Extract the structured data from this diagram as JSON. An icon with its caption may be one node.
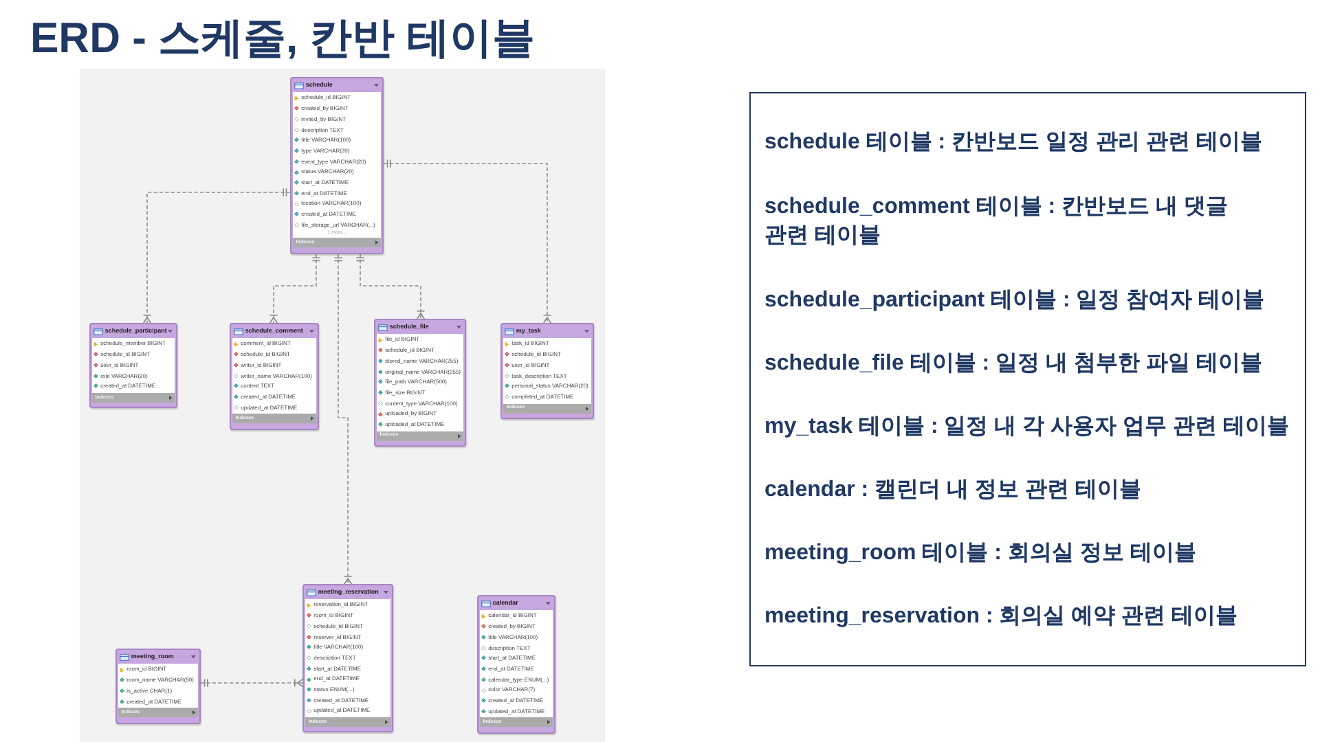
{
  "diagram": {
    "title": "ERD - 스케줄, 칸반 테이블",
    "nodes": [
      {
        "text": [
          "schedule",
          "schedule_id BIGINT",
          "created_by BIGINT",
          "invited_by BIGINT",
          "description TEXT",
          "title VARCHAR(100)",
          "type VARCHAR(20)",
          "event_type VARCHAR(20)",
          "status VARCHAR(20)",
          "start_at DATETIME",
          "end_at DATETIME",
          "location VARCHAR(100)",
          "created_at DATETIME",
          "file_storage_url VARCHAR(...)",
          "1 more...",
          "Indexes"
        ]
      },
      {
        "text": [
          "schedule_participant",
          "schedule_member BIGINT",
          "schedule_id BIGINT",
          "user_id BIGINT",
          "role VARCHAR(20)",
          "created_at DATETIME",
          "Indexes"
        ]
      },
      {
        "text": [
          "schedule_comment",
          "comment_id BIGINT",
          "schedule_id BIGINT",
          "writer_id BIGINT",
          "writer_name VARCHAR(100)",
          "content TEXT",
          "created_at DATETIME",
          "updated_at DATETIME",
          "Indexes"
        ]
      },
      {
        "text": [
          "schedule_file",
          "file_id BIGINT",
          "schedule_id BIGINT",
          "stored_name VARCHAR(255)",
          "original_name VARCHAR(255)",
          "file_path VARCHAR(500)",
          "file_size BIGINT",
          "content_type VARCHAR(100)",
          "uploaded_by BIGINT",
          "uploaded_at DATETIME",
          "Indexes"
        ]
      },
      {
        "text": [
          "my_task",
          "task_id BIGINT",
          "schedule_id BIGINT",
          "user_id BIGINT",
          "task_description TEXT",
          "personal_status VARCHAR(20)",
          "completed_at DATETIME",
          "Indexes"
        ]
      },
      {
        "text": [
          "meeting_room",
          "room_id BIGINT",
          "room_name VARCHAR(50)",
          "is_active CHAR(1)",
          "created_at DATETIME",
          "Indexes"
        ]
      },
      {
        "text": [
          "meeting_reservation",
          "reservation_id BIGINT",
          "room_id BIGINT",
          "schedule_id BIGINT",
          "reserver_id BIGINT",
          "title VARCHAR(100)",
          "description TEXT",
          "start_at DATETIME",
          "end_at DATETIME",
          "status ENUM(...)",
          "created_at DATETIME",
          "updated_at DATETIME",
          "Indexes"
        ]
      },
      {
        "text": [
          "calendar",
          "calendar_id BIGINT",
          "created_by BIGINT",
          "title VARCHAR(100)",
          "description TEXT",
          "start_at DATETIME",
          "end_at DATETIME",
          "calendar_type ENUM(...)",
          "color VARCHAR(7)",
          "created_at DATETIME",
          "updated_at DATETIME",
          "Indexes"
        ]
      },
      {
        "text": [
          "schedule 테이블 : 칸반보드 일정 관리 관련 테이블",
          "schedule_comment 테이블 : 칸반보드 내 댓글 관련 테이블",
          "schedule_participant 테이블 : 일정 참여자 테이블",
          "schedule_file 테이블 : 일정 내 첨부한 파일 테이블",
          "my_task 테이블 : 일정 내 각 사용자 업무 관련 테이블",
          "calendar : 캘린더 내 정보 관련 테이블",
          "meeting_room 테이블 : 회의실 정보 테이블",
          "meeting_reservation : 회의실 예약 관련 테이블"
        ]
      }
    ],
    "edges": [
      {
        "from": 0,
        "to": 1,
        "arrow": "other",
        "style": "dashed"
      },
      {
        "from": 0,
        "to": 2,
        "arrow": "other",
        "style": "dashed"
      },
      {
        "from": 0,
        "to": 6,
        "arrow": "other",
        "style": "dashed"
      },
      {
        "from": 0,
        "to": 3,
        "arrow": "other",
        "style": "dashed"
      },
      {
        "from": 0,
        "to": 4,
        "arrow": "other",
        "style": "dashed"
      },
      {
        "from": 5,
        "to": 6,
        "arrow": "other",
        "style": "dashed"
      }
    ]
  }
}
